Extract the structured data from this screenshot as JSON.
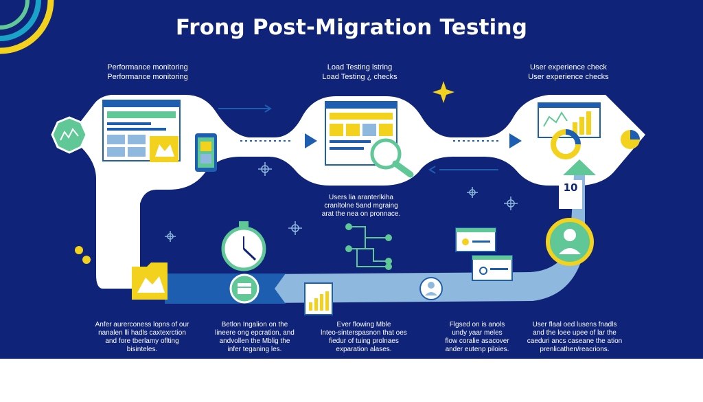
{
  "title": "Frong Post-Migration Testing",
  "stages": [
    {
      "label1": "Performance monitoring",
      "label2": "Performance monitoring"
    },
    {
      "label1": "Load Testing lstring",
      "label2": "Load Testing ¿ checks"
    },
    {
      "label1": "User experience check",
      "label2": "User experience checks"
    }
  ],
  "middle_note": [
    "Users lia aranterlkiha",
    "cranltolne 5and mgraing",
    "arat the nea on pronnace."
  ],
  "captions": [
    [
      "Anfer aurerconess lopns of our",
      "nanalen lli hadls caxtexrction",
      "and fore tberlamy oflting",
      "bisinteles."
    ],
    [
      "Betlon Ingalion on the",
      "lineere ong epcration, and",
      "andvollen the Mblig the",
      "infer teganing les."
    ],
    [
      "Ever flowing Mble",
      "lnteo-sinterspasnon that oes",
      "fiedur of tuing prolnaes",
      "exparation alases."
    ],
    [
      "Flgsed on is anols",
      "undy yaar meles",
      "flow coralie asacover",
      "ander eutenp piloies."
    ],
    [
      "User flaal oed lusens fnadls",
      "and the loee upee of lar the",
      "caeduri ancs caseane the ation",
      "prenlicathen/reacrions."
    ]
  ],
  "badge_text": "10",
  "colors": {
    "background": "#0f2378",
    "path": "#ffffff",
    "lower_path": "#8eb8de",
    "accent_yellow": "#f3d21e",
    "accent_green": "#5fc896",
    "accent_blue": "#1e5eb0"
  }
}
